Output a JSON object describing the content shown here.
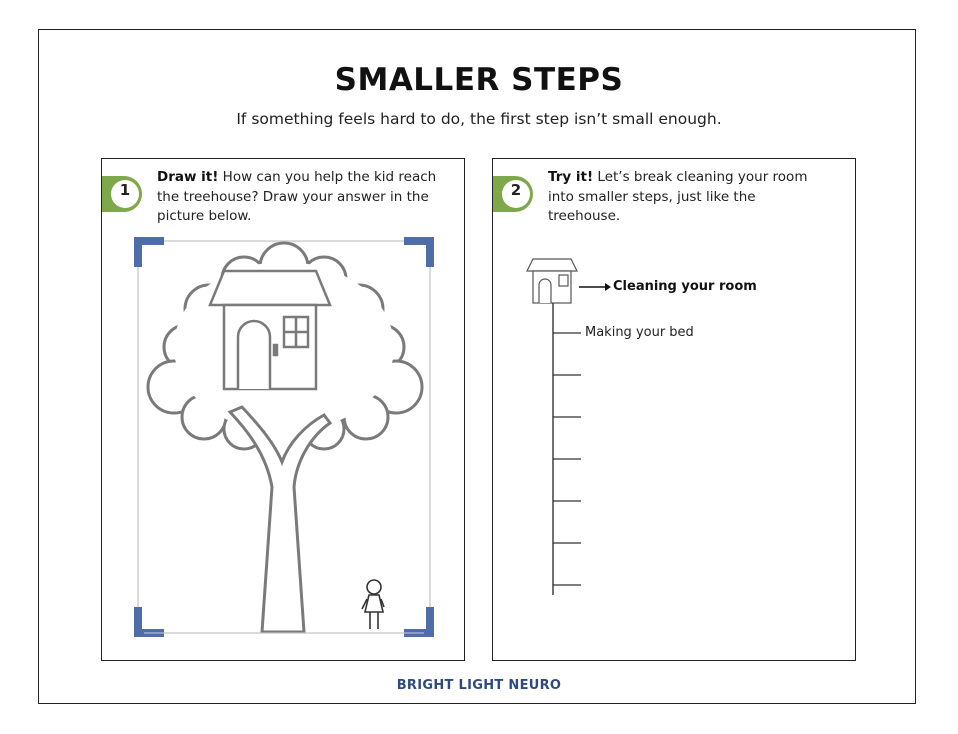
{
  "header": {
    "title": "SMALLER STEPS",
    "subtitle": "If something feels hard to do, the first step isn’t small enough."
  },
  "panels": [
    {
      "number": "1",
      "heading": "Draw it!",
      "text": " How can you help the kid reach the treehouse? Draw your answer in the picture below."
    },
    {
      "number": "2",
      "heading": "Try it!",
      "text": " Let’s break cleaning your room into smaller steps, just like the treehouse.",
      "goal_label": "Cleaning your room",
      "first_step": "Making your bed",
      "blank_steps": 6
    }
  ],
  "footer": {
    "brand": "BRIGHT LIGHT NEURO"
  },
  "colors": {
    "badge_green": "#7fa84a",
    "corner_blue": "#4f6ea8",
    "footer_blue": "#2e4a80"
  }
}
